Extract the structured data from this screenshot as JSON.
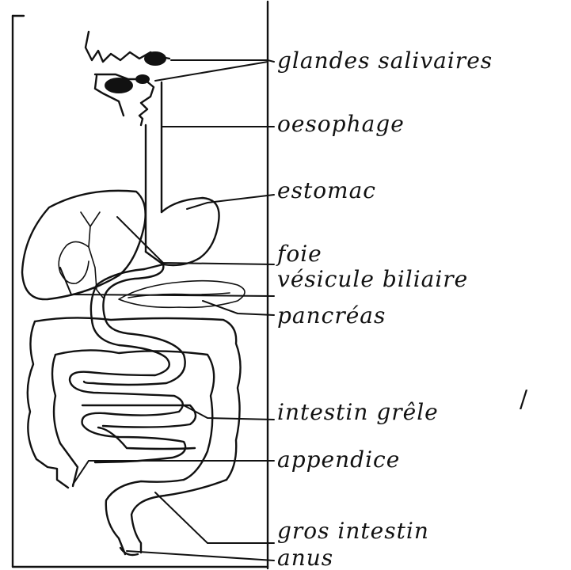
{
  "labels": {
    "glandes_salivaires": "glandes salivaires",
    "oesophage": "oesophage",
    "estomac": "estomac",
    "foie": "foie",
    "vesicule_biliaire": "vésicule biliaire",
    "pancreas": "pancréas",
    "intestin_grele": "intestin grêle",
    "appendice": "appendice",
    "gros_intestin": "gros intestin",
    "anus": "anus"
  },
  "mark": "/"
}
